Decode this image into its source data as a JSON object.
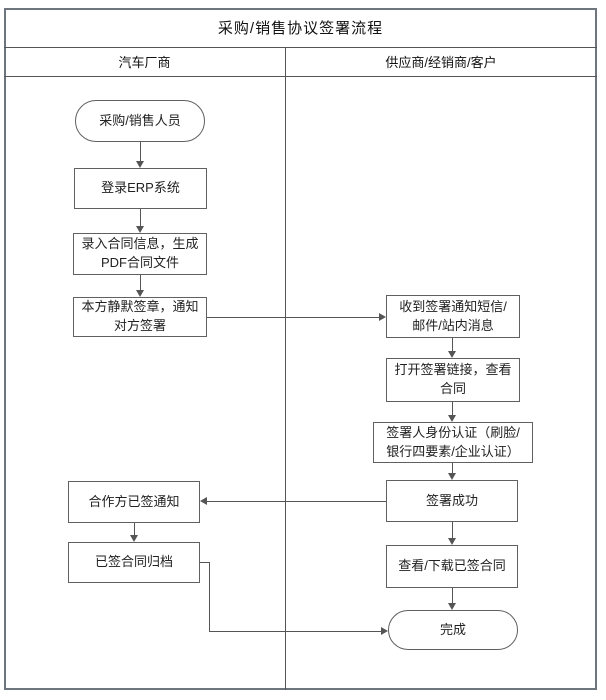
{
  "diagram": {
    "title": "采购/销售协议签署流程",
    "lanes": {
      "left": "汽车厂商",
      "right": "供应商/经销商/客户"
    },
    "nodes": {
      "start": "采购/销售人员",
      "login_erp": "登录ERP系统",
      "enter_contract": "录入合同信息，生成PDF合同文件",
      "silent_sign": "本方静默签章，通知对方签署",
      "partner_signed_notice": "合作方已签通知",
      "archive": "已签合同归档",
      "receive_notice": "收到签署通知短信/邮件/站内消息",
      "open_link": "打开签署链接，查看合同",
      "identity_verify": "签署人身份认证（刷脸/银行四要素/企业认证）",
      "sign_success": "签署成功",
      "view_download": "查看/下载已签合同",
      "done": "完成"
    },
    "edges": [
      {
        "from": "start",
        "to": "login_erp"
      },
      {
        "from": "login_erp",
        "to": "enter_contract"
      },
      {
        "from": "enter_contract",
        "to": "silent_sign"
      },
      {
        "from": "silent_sign",
        "to": "receive_notice"
      },
      {
        "from": "receive_notice",
        "to": "open_link"
      },
      {
        "from": "open_link",
        "to": "identity_verify"
      },
      {
        "from": "identity_verify",
        "to": "sign_success"
      },
      {
        "from": "sign_success",
        "to": "partner_signed_notice"
      },
      {
        "from": "sign_success",
        "to": "view_download"
      },
      {
        "from": "partner_signed_notice",
        "to": "archive"
      },
      {
        "from": "view_download",
        "to": "done"
      },
      {
        "from": "archive",
        "to": "done"
      }
    ],
    "colors": {
      "line": "#555555",
      "node_border": "#606060",
      "frame_border": "#6e757c",
      "background": "#ffffff",
      "text": "#222222"
    }
  }
}
